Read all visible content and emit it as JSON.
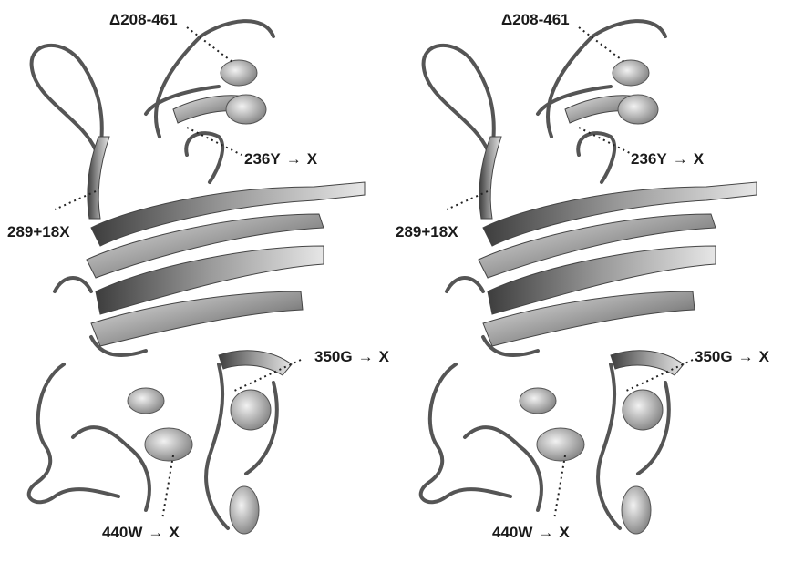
{
  "figure": {
    "description_free": true,
    "panels": [
      {
        "labels": {
          "deletion": "Δ208-461",
          "mut_236": "236Y",
          "mut_236_target": "X",
          "mut_289": "289+18X",
          "mut_350": "350G",
          "mut_350_target": "X",
          "mut_440": "440W",
          "mut_440_target": "X",
          "arrow": "→"
        }
      },
      {
        "labels": {
          "deletion": "Δ208-461",
          "mut_236": "236Y",
          "mut_236_target": "X",
          "mut_289": "289+18X",
          "mut_350": "350G",
          "mut_350_target": "X",
          "mut_440": "440W",
          "mut_440_target": "X",
          "arrow": "→"
        }
      }
    ],
    "colors": {
      "ribbon_light": "#d9d9d9",
      "ribbon_dark": "#4a4a4a",
      "text": "#1a1a1a",
      "background": "#ffffff"
    }
  }
}
